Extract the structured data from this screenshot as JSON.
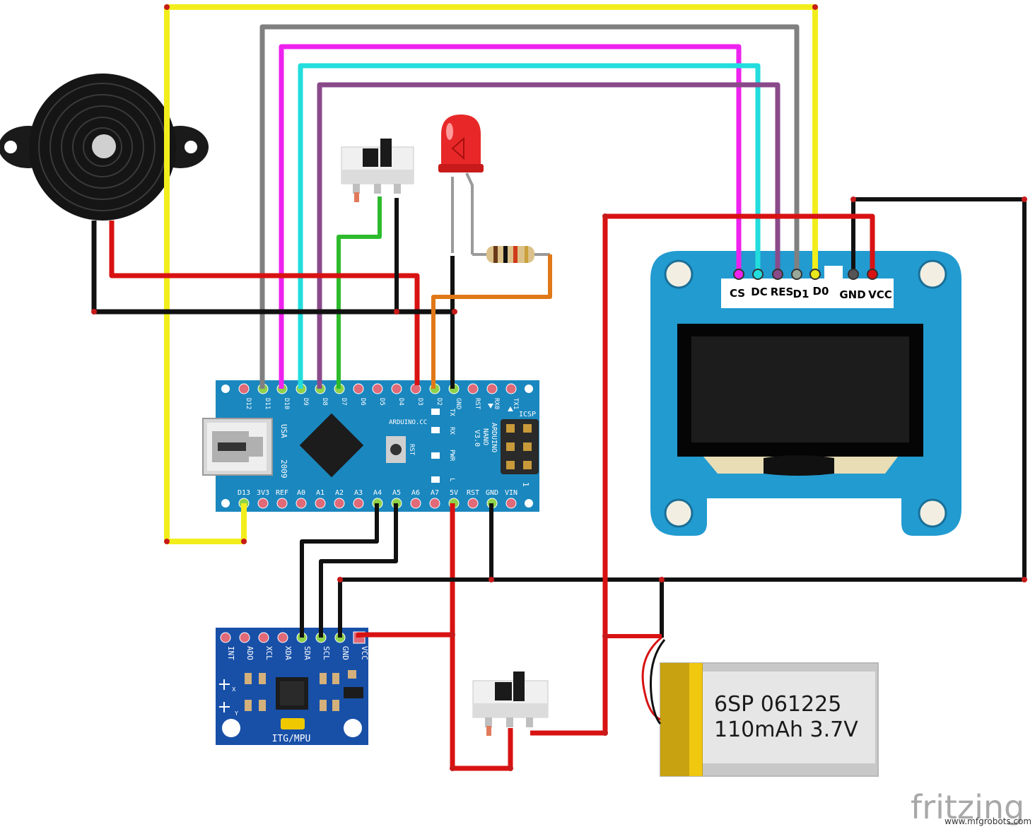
{
  "nano": {
    "top_pins": [
      "D12",
      "D11",
      "D10",
      "D9",
      "D8",
      "D7",
      "D6",
      "D5",
      "D4",
      "D3",
      "D2",
      "GND",
      "RST",
      "RX0",
      "TX1"
    ],
    "bottom_pins": [
      "D13",
      "3V3",
      "REF",
      "A0",
      "A1",
      "A2",
      "A3",
      "A4",
      "A5",
      "A6",
      "A7",
      "5V",
      "RST",
      "GND",
      "VIN"
    ],
    "usa": "USA",
    "year": "2009",
    "brand": "ARDUINO.CC",
    "model_1": "ARDUINO",
    "model_2": "NANO",
    "model_3": "V3.0",
    "icsp": "ICSP",
    "rst": "RST",
    "led_tx": "TX",
    "led_rx": "RX",
    "led_pwr": "PWR",
    "led_l": "L",
    "one": "1"
  },
  "oled": {
    "pins": [
      "CS",
      "DC",
      "RES",
      "D1",
      "D0",
      "GND",
      "VCC"
    ]
  },
  "mpu": {
    "pins": [
      "INT",
      "ADO",
      "XCL",
      "XDA",
      "SDA",
      "SCL",
      "GND",
      "VCC"
    ],
    "label": "ITG/MPU",
    "axis_x": "X",
    "axis_y": "Y"
  },
  "battery": {
    "line1": "6SP 061225",
    "line2": "110mAh 3.7V"
  },
  "footer": {
    "logo": "fritzing",
    "watermark": "www.mfgrobots.com"
  },
  "colors": {
    "wire_yellow": "#f2ee1c",
    "wire_gray": "#808080",
    "wire_magenta": "#ee22ee",
    "wire_cyan": "#22dddd",
    "wire_purple": "#8a4a8a",
    "wire_green": "#2dbb2d",
    "wire_red": "#d81212",
    "wire_black": "#111111",
    "wire_orange": "#e07818",
    "board_blue": "#1a87bf",
    "oled_blue": "#229bd0",
    "mpu_blue": "#1850a8"
  }
}
